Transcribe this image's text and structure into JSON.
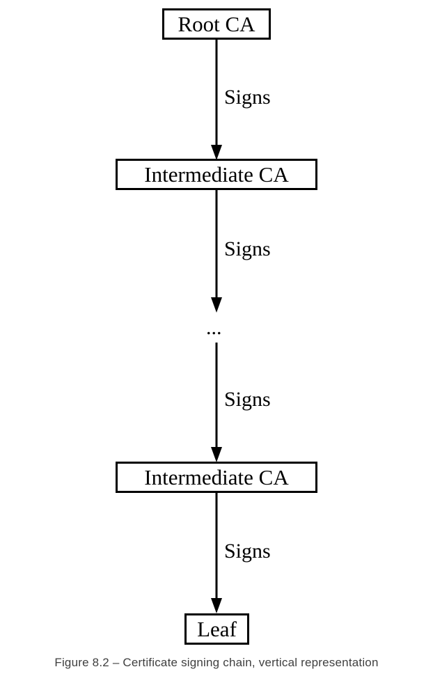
{
  "figure": {
    "caption": "Figure 8.2 – Certificate signing chain, vertical representation",
    "caption_color": "#3f3f3f",
    "background_color": "#ffffff",
    "stroke_color": "#000000"
  },
  "nodes": [
    {
      "id": "root-ca",
      "label": "Root CA"
    },
    {
      "id": "intermediate-ca-top",
      "label": "Intermediate CA"
    },
    {
      "id": "ellipsis",
      "label": "..."
    },
    {
      "id": "intermediate-ca-bottom",
      "label": "Intermediate CA"
    },
    {
      "id": "leaf",
      "label": "Leaf"
    }
  ],
  "edges": [
    {
      "id": "edge-root-to-intermediate-top",
      "label": "Signs",
      "from": "root-ca",
      "to": "intermediate-ca-top"
    },
    {
      "id": "edge-intermediate-top-to-ellipsis",
      "label": "Signs",
      "from": "intermediate-ca-top",
      "to": "ellipsis"
    },
    {
      "id": "edge-ellipsis-to-intermediate-bottom",
      "label": "Signs",
      "from": "ellipsis",
      "to": "intermediate-ca-bottom"
    },
    {
      "id": "edge-intermediate-bottom-to-leaf",
      "label": "Signs",
      "from": "intermediate-ca-bottom",
      "to": "leaf"
    }
  ]
}
